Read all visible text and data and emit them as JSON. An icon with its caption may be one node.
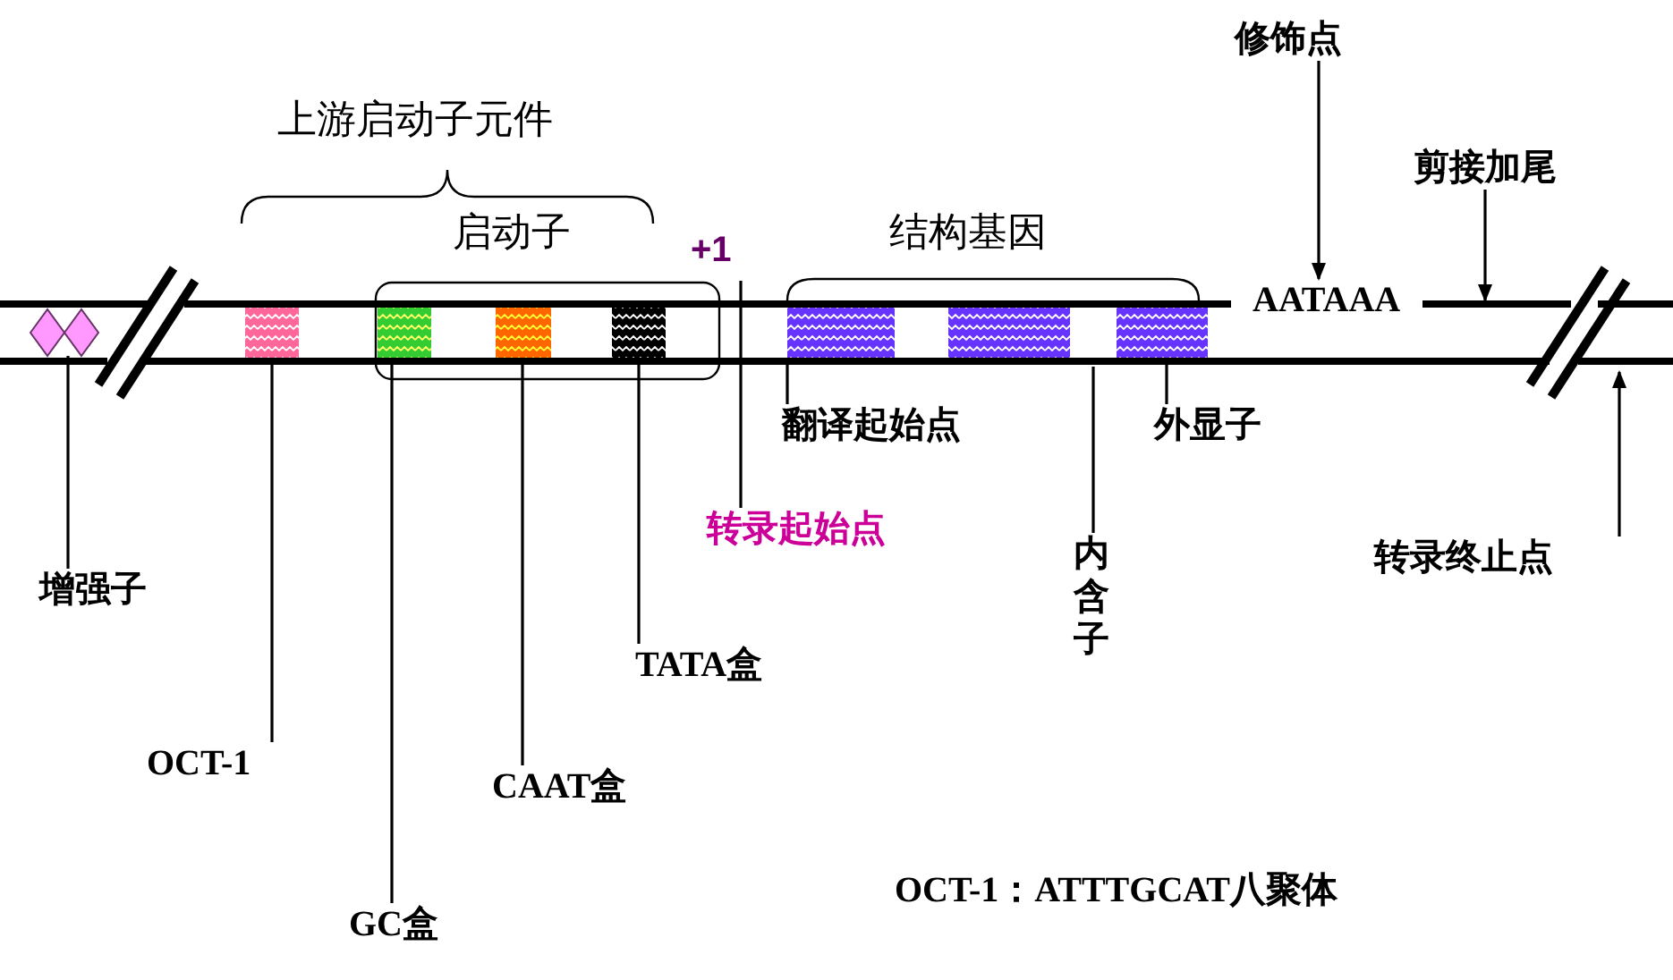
{
  "diagram": {
    "nodes": [
      {
        "text": [
          "增强子"
        ]
      },
      {
        "text": [],
        "shape": "diamond"
      },
      {
        "text": [
          "OCT-1"
        ]
      },
      {
        "text": [],
        "shape": "box"
      },
      {
        "text": [
          "GC盒"
        ]
      },
      {
        "text": [],
        "shape": "box"
      },
      {
        "text": [
          "CAAT盒"
        ]
      },
      {
        "text": [],
        "shape": "box"
      },
      {
        "text": [
          "TATA盒"
        ]
      },
      {
        "text": [],
        "shape": "box"
      },
      {
        "text": [
          "转录起始点"
        ]
      },
      {
        "text": [
          "翻译起始点"
        ]
      },
      {
        "text": [],
        "shape": "box"
      },
      {
        "text": [],
        "shape": "box"
      },
      {
        "text": [],
        "shape": "box"
      },
      {
        "text": [
          "内含子"
        ]
      },
      {
        "text": [
          "外显子"
        ]
      },
      {
        "text": [
          "修饰点"
        ]
      },
      {
        "text": [
          "AATAAA"
        ]
      },
      {
        "text": [
          "剪接加尾"
        ]
      },
      {
        "text": [
          "转录终止点"
        ]
      }
    ],
    "edges": [
      {
        "from": 0,
        "to": 1,
        "arrow": "none"
      },
      {
        "from": 2,
        "to": 3,
        "arrow": "none"
      },
      {
        "from": 4,
        "to": 5,
        "arrow": "none"
      },
      {
        "from": 6,
        "to": 7,
        "arrow": "none"
      },
      {
        "from": 8,
        "to": 9,
        "arrow": "none"
      },
      {
        "from": 10,
        "to": null,
        "arrow": "none"
      },
      {
        "from": 11,
        "to": 12,
        "arrow": "none"
      },
      {
        "from": 15,
        "to": null,
        "arrow": "none"
      },
      {
        "from": 16,
        "to": 14,
        "arrow": "none"
      },
      {
        "from": 17,
        "to": 18,
        "arrow": "to"
      },
      {
        "from": 19,
        "to": null,
        "arrow": "to"
      },
      {
        "from": 20,
        "to": null,
        "arrow": "to"
      }
    ],
    "labels": [
      "上游启动子元件",
      "启动子",
      "+1",
      "结构基因",
      "OCT-1：ATTTGCAT八聚体"
    ]
  }
}
